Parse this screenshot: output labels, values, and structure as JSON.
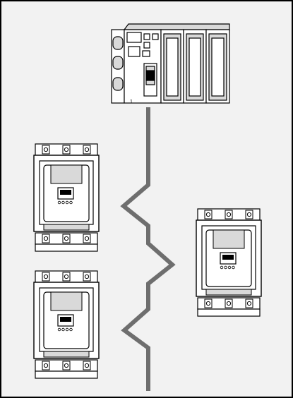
{
  "colors": {
    "background": "#f2f2f2",
    "frame": "#000000",
    "device_face": "#ffffff",
    "device_shade": "#d9d9d9",
    "line": "#000000",
    "cable": "#6e6e6e"
  },
  "nodes": [
    {
      "kind": "controller",
      "name": "plc-controller"
    },
    {
      "kind": "drive",
      "name": "drive-top-left"
    },
    {
      "kind": "drive",
      "name": "drive-bottom-left"
    },
    {
      "kind": "drive",
      "name": "drive-right"
    }
  ],
  "cable": {
    "style": "zigzag-bus",
    "name": "network-cable"
  }
}
